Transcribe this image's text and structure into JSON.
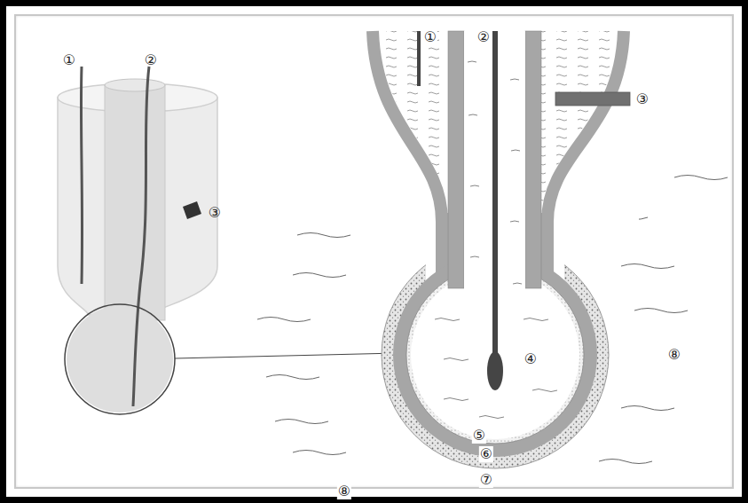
{
  "diagram": {
    "labels": [
      "①",
      "②",
      "③",
      "①",
      "②",
      "③",
      "④",
      "⑧",
      "⑤",
      "⑥",
      "⑦",
      "⑧"
    ]
  }
}
